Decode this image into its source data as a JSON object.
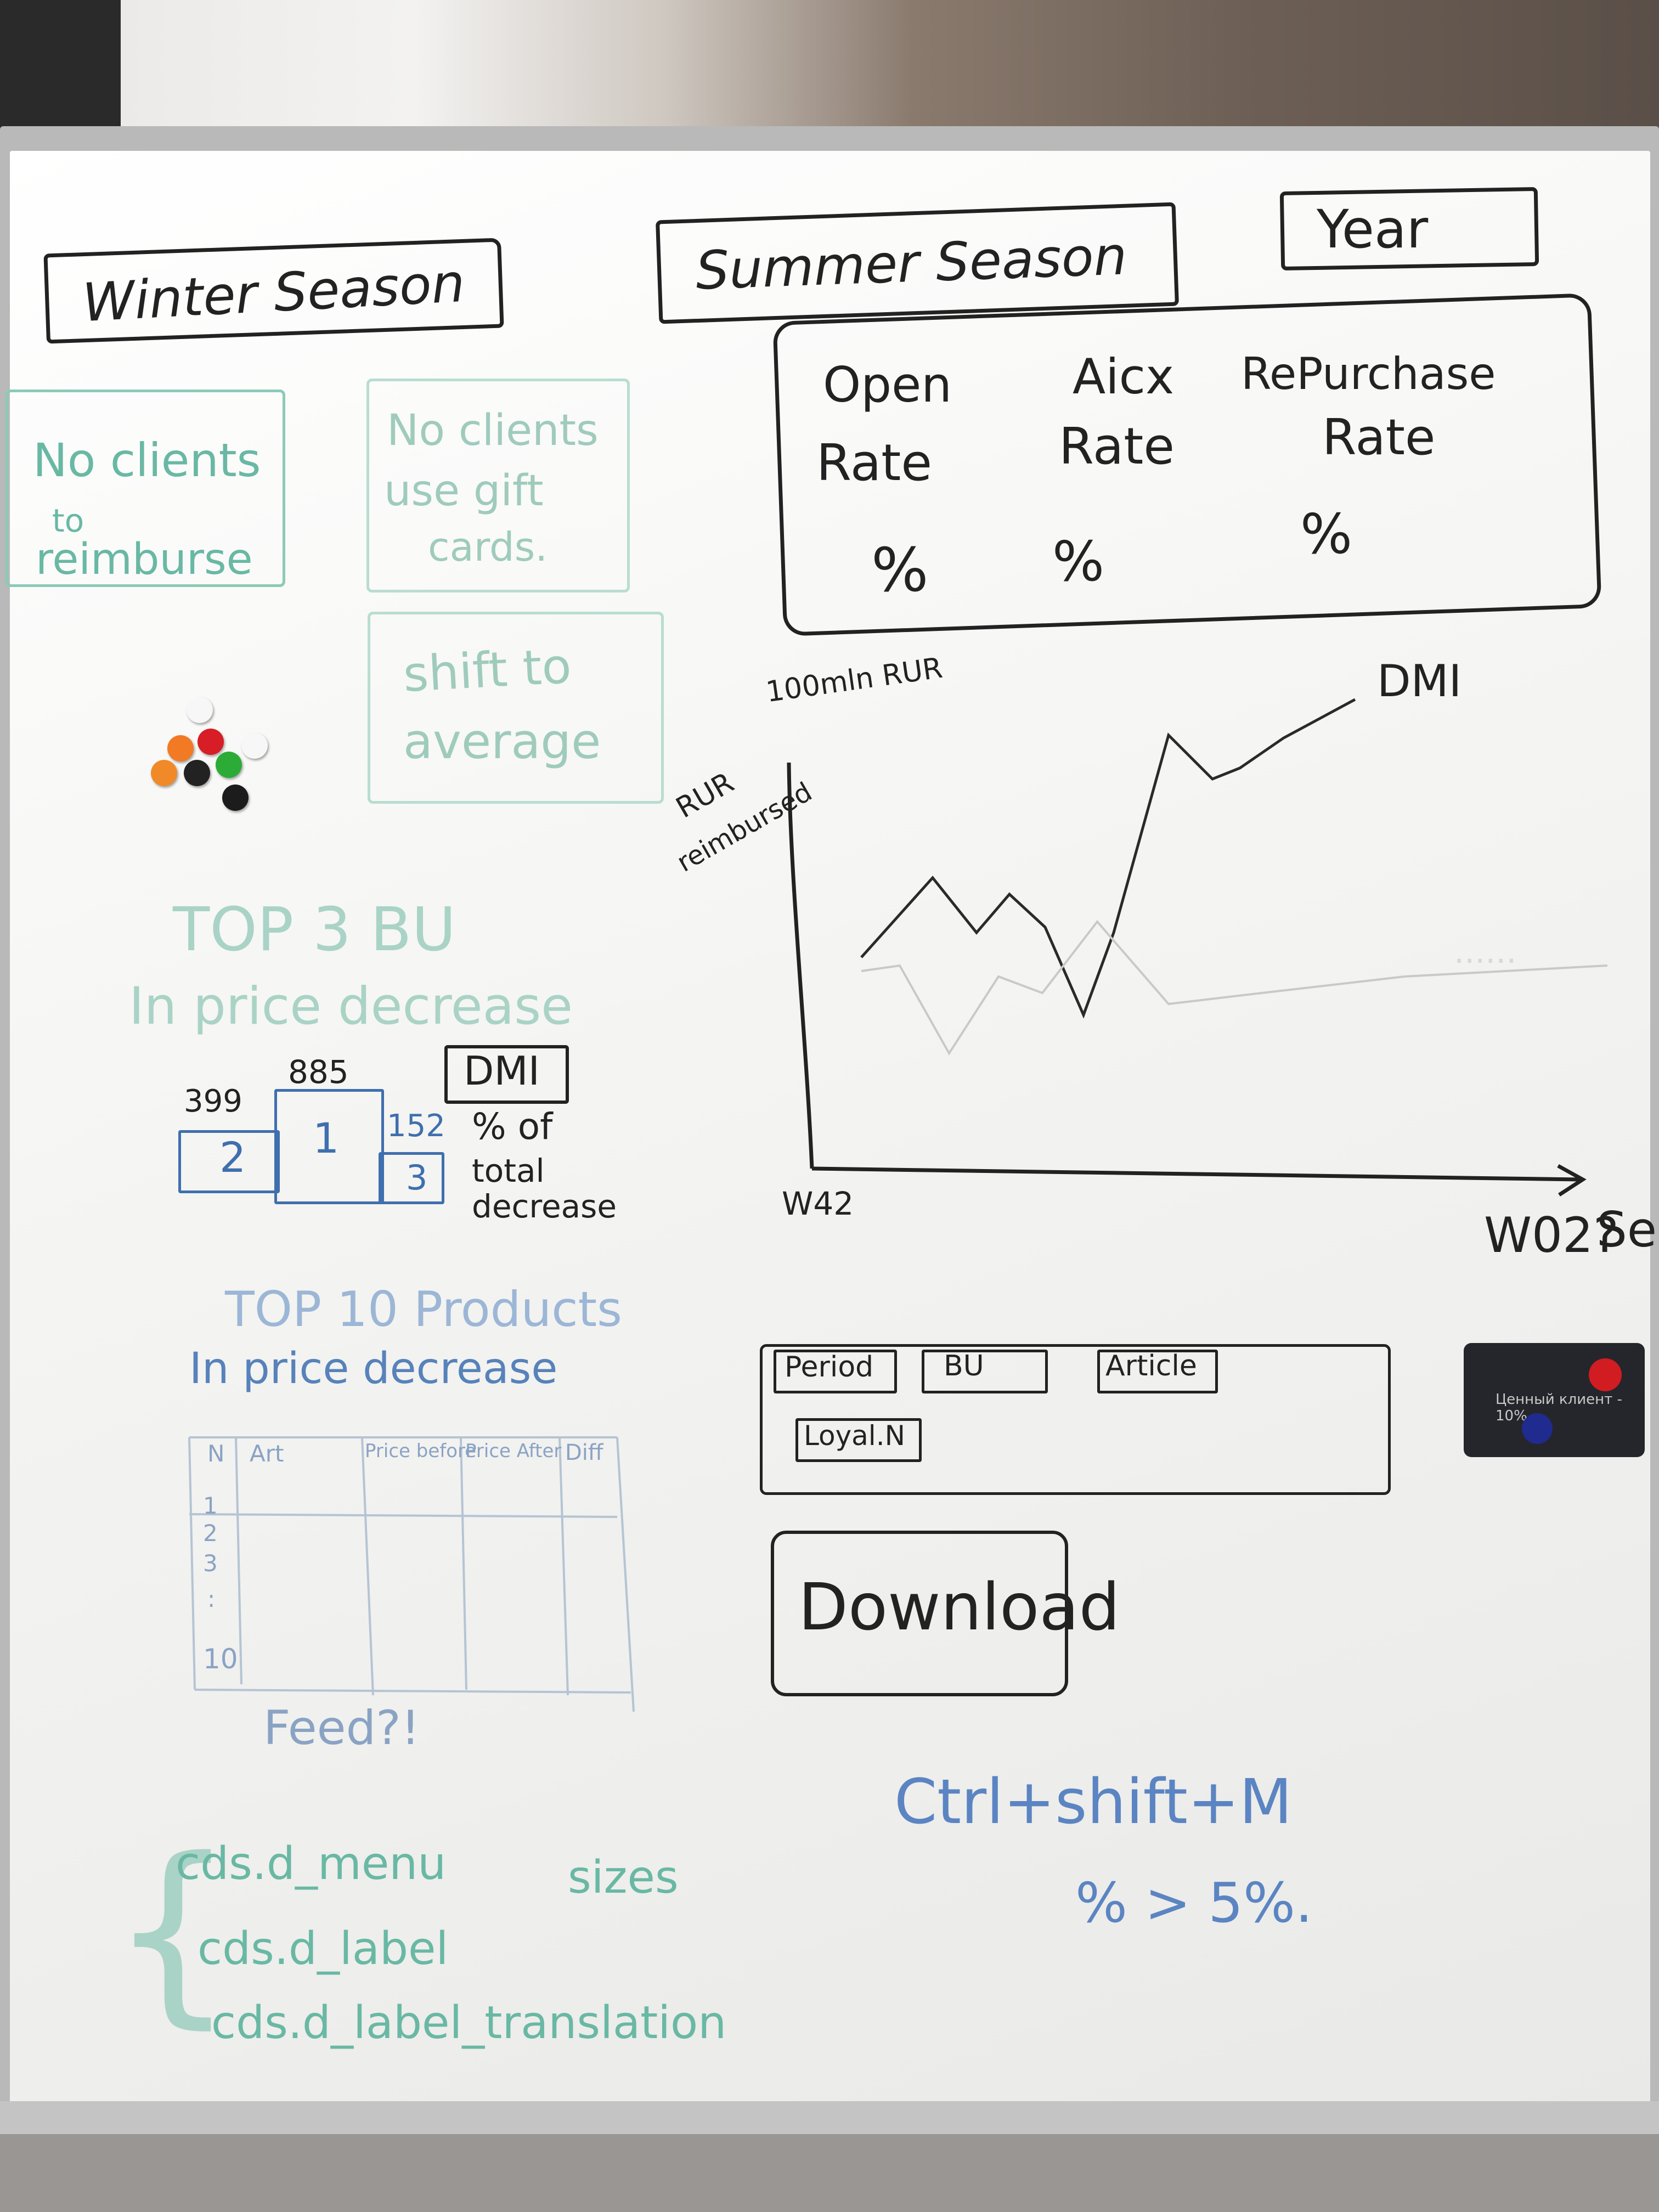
{
  "board": {
    "tabs": {
      "winter": "Winter Season",
      "summer": "Summer Season",
      "year": "Year"
    },
    "kpi": {
      "col1": [
        "Open",
        "Rate"
      ],
      "col2": [
        "Aicx",
        "Rate"
      ],
      "col3": [
        "RePurchase",
        "Rate"
      ],
      "values": [
        "%",
        "%",
        "%"
      ]
    },
    "notes": {
      "clients_reimburse": [
        "No clients",
        "to",
        "reimburse"
      ],
      "gift_cards": [
        "No clients",
        "use gift",
        "cards."
      ],
      "shift": [
        "shift to",
        "average"
      ]
    },
    "chart": {
      "y_unit": "100mln RUR",
      "y_label": [
        "RUR",
        "reimbursed"
      ],
      "x_start": "W42",
      "x_end": "W02?",
      "x_end_cut": "Sea",
      "series_main": "DMI",
      "series_faint": "......"
    },
    "top3": {
      "title": [
        "TOP 3 BU",
        "In price decrease"
      ],
      "values": [
        "399",
        "885",
        "152"
      ],
      "places": [
        "2",
        "1",
        "3"
      ],
      "badge": "DMI",
      "note": [
        "% of",
        "total",
        "decrease"
      ]
    },
    "top10": {
      "title": [
        "TOP 10 Products",
        "In price decrease"
      ],
      "headers": [
        "N",
        "Art",
        "Price before",
        "Price After",
        "Diff"
      ],
      "rows": [
        "1",
        "2",
        "3",
        ":",
        "10"
      ],
      "feed": "Feed?!"
    },
    "filters": {
      "period": "Period",
      "bu": "BU",
      "article": "Article",
      "loyal": "Loyal.N"
    },
    "download": "Download",
    "shortcut": "Ctrl+shift+M",
    "threshold": "% > 5%.",
    "cds": [
      "cds.d_menu",
      "sizes",
      "cds.d_label",
      "cds.d_label_translation"
    ],
    "sticker": "Ценный клиент - 10%"
  }
}
